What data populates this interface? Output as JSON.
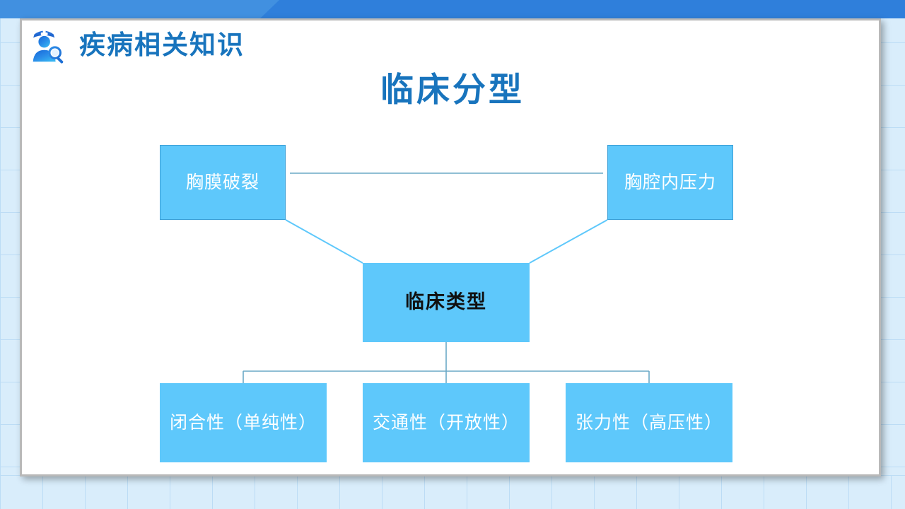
{
  "header": {
    "icon": "nurse-search-icon",
    "title": "疾病相关知识"
  },
  "slide": {
    "title": "临床分型"
  },
  "colors": {
    "node_fill": "#5ec8fb",
    "node_border": "#3b9fd6",
    "title_blue": "#1874bd",
    "banner_light": "#4190e0",
    "banner_dark": "#2f7fdb",
    "grid_blue": "#d9edfb",
    "connector": "#5ec8fb",
    "connector_thin": "#6aa8c6"
  },
  "diagram": {
    "type": "flowchart",
    "nodes": [
      {
        "id": "pleura",
        "label": "胸膜破裂",
        "text_color": "#ffffff",
        "bold": false
      },
      {
        "id": "pressure",
        "label": "胸腔内压力",
        "text_color": "#ffffff",
        "bold": false
      },
      {
        "id": "center",
        "label": "临床类型",
        "text_color": "#101010",
        "bold": true
      },
      {
        "id": "closed",
        "label": "闭合性（单纯性）",
        "text_color": "#ffffff",
        "bold": false
      },
      {
        "id": "open",
        "label": "交通性（开放性）",
        "text_color": "#ffffff",
        "bold": false
      },
      {
        "id": "tension",
        "label": "张力性（高压性）",
        "text_color": "#ffffff",
        "bold": false
      }
    ],
    "edges": [
      {
        "from": "pleura",
        "to": "pressure",
        "style": "horizontal"
      },
      {
        "from": "pleura",
        "to": "center",
        "style": "diagonal"
      },
      {
        "from": "pressure",
        "to": "center",
        "style": "diagonal"
      },
      {
        "from": "center",
        "to": "closed",
        "style": "elbow"
      },
      {
        "from": "center",
        "to": "open",
        "style": "straight"
      },
      {
        "from": "center",
        "to": "tension",
        "style": "elbow"
      }
    ]
  }
}
